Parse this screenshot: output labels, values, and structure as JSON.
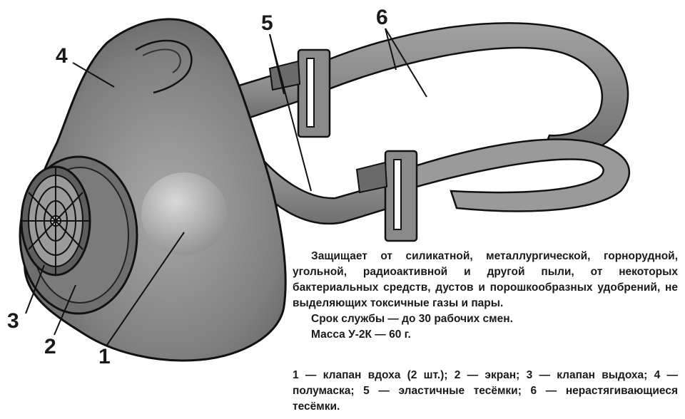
{
  "labels": {
    "n1": "1",
    "n2": "2",
    "n3": "3",
    "n4": "4",
    "n5": "5",
    "n6": "6"
  },
  "description": {
    "main": "Защищает от силикатной, металлургической, горнорудной, угольной, радиоактивной и другой пыли, от некоторых бактериальных средств, дустов и порошкообразных удобрений, не выделяющих токсичные газы и пары.",
    "service_life": "Срок службы — до 30 рабочих смен.",
    "mass": "Масса У-2К — 60 г."
  },
  "legend": "1 — клапан вдоха (2 шт.); 2 — экран; 3 — клапан выдоха; 4 — полумаска; 5 — эластичные тесёмки; 6 — нерастягивающиеся тесёмки.",
  "colors": {
    "mask_fill": "#7f7f7f",
    "mask_dark": "#4a4a4a",
    "strap_fill": "#8d8d8d",
    "outline": "#111111",
    "text": "#1a1a1a"
  }
}
